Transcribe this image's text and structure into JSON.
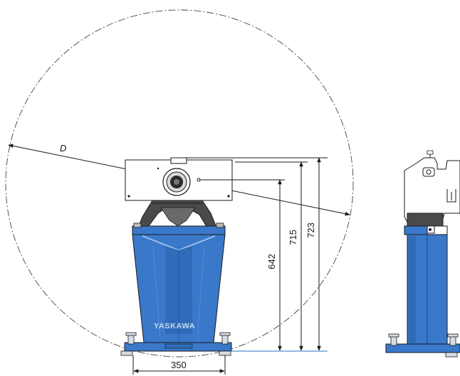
{
  "drawing": {
    "reach_circle_label": "D",
    "dimensions": {
      "height_642": "642",
      "height_715": "715",
      "height_723": "723",
      "base_width": "350"
    },
    "brand_text": "YASKAWA",
    "colors": {
      "pedestal_blue": "#3a78c9",
      "pedestal_dark": "#1f5aa8",
      "line": "#1a1a1a",
      "robot_body": "#ffffff"
    }
  }
}
